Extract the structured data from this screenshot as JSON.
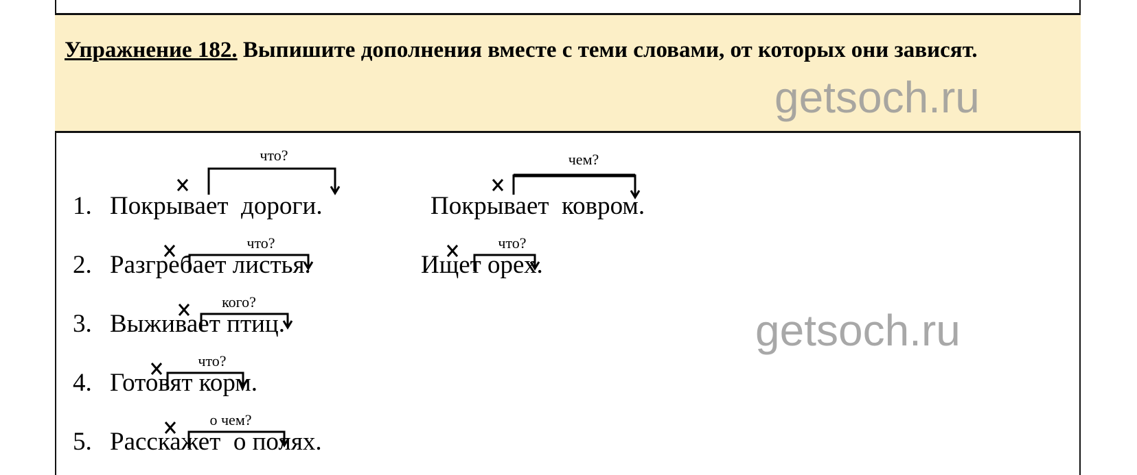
{
  "task": {
    "number_label": "Упражнение 182.",
    "text": "Выпишите дополнения вместе с теми словами, от которых они зависят."
  },
  "watermark": "getsoch.ru",
  "items": [
    {
      "num": "1.",
      "text": "Покрывает  дороги.",
      "question": "что?"
    },
    {
      "num": "2.",
      "text": "Разгребает листья.",
      "question": "что?"
    },
    {
      "num": "3.",
      "text": "Выживает птиц.",
      "question": "кого?"
    },
    {
      "num": "4.",
      "text": "Готовят корм.",
      "question": "что?"
    },
    {
      "num": "5.",
      "text": "Расскажет  о полях.",
      "question": "о чем?"
    }
  ],
  "extra_items": [
    {
      "text": "Покрывает  ковром.",
      "question": "чем?"
    },
    {
      "text": "Ищет орех.",
      "question": "что?"
    }
  ],
  "colors": {
    "task_bg": "#fcefc7",
    "watermark": "#9a9a9a"
  }
}
